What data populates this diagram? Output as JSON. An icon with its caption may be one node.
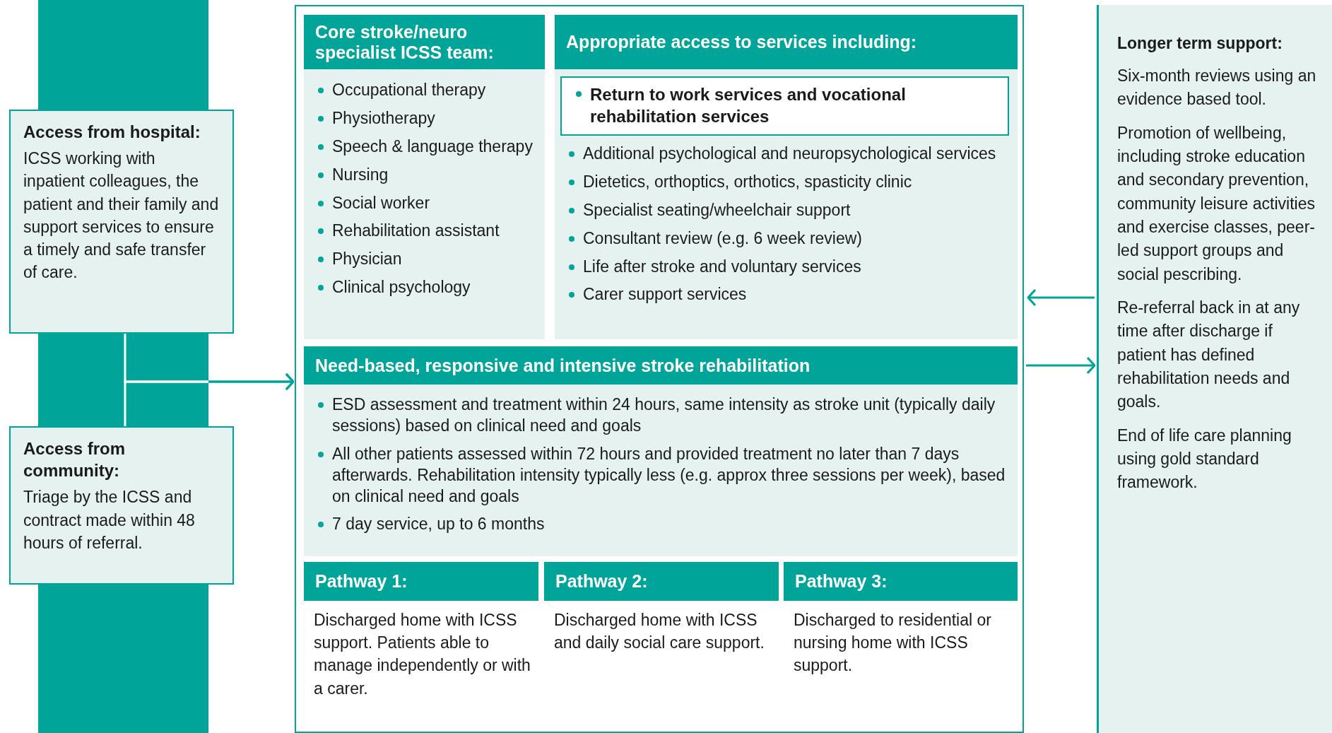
{
  "diagram": {
    "nodes": [
      {
        "text": [
          "Access from hospital:",
          "ICSS working with inpatient colleagues, the patient and their family and support services to ensure a timely and safe transfer of care."
        ]
      },
      {
        "text": [
          "Access from community:",
          "Triage by the ICSS and contract made within 48 hours of referral."
        ]
      },
      {
        "text": [],
        "shape": "box"
      },
      {
        "text": [
          "Core stroke/neuro specialist ICSS team:",
          "Occupational therapy",
          "Physiotherapy",
          "Speech & language therapy",
          "Nursing",
          "Social worker",
          "Rehabilitation assistant",
          "Physician",
          "Clinical psychology"
        ],
        "in": 2
      },
      {
        "text": [
          "Appropriate access to services including:",
          "Additional psychological and neuropsychological services",
          "Dietetics, orthoptics, orthotics, spasticity clinic",
          "Specialist seating/wheelchair support",
          "Consultant review (e.g. 6 week review)",
          "Life after stroke and voluntary services",
          "Carer support services"
        ],
        "in": 2
      },
      {
        "text": [
          "Return to work services and vocational rehabilitation services"
        ],
        "in": 4
      },
      {
        "text": [
          "Need-based, responsive and intensive stroke rehabilitation",
          "ESD assessment and treatment within 24 hours, same intensity as stroke unit (typically daily sessions) based on clinical need and goals",
          "All other patients assessed within 72 hours and provided treatment no later than 7 days afterwards. Rehabilitation intensity typically less (e.g. approx three sessions per week), based on clinical need and goals",
          "7 day service, up to 6 months"
        ],
        "in": 2
      },
      {
        "text": [
          "Pathway 1:",
          "Discharged home with ICSS support. Patients able to manage independently or with a carer."
        ],
        "in": 2
      },
      {
        "text": [
          "Pathway 2:",
          "Discharged home with ICSS and daily social care support."
        ],
        "in": 2
      },
      {
        "text": [
          "Pathway 3:",
          "Discharged to residential or nursing home with ICSS support."
        ],
        "in": 2
      },
      {
        "text": [
          "Longer term support:",
          "Six-month reviews using an evidence based tool.",
          "Promotion of wellbeing, including stroke education and secondary prevention, community leisure activities and exercise classes, peer-led support groups and social pescribing.",
          "Re-referral back in at any time after discharge if patient has defined rehabilitation needs and goals.",
          "End of life care planning using gold standard framework."
        ]
      }
    ],
    "edges": [
      {
        "from": 0,
        "to": 2,
        "arrow": "to"
      },
      {
        "from": 1,
        "to": 2,
        "arrow": "to"
      },
      {
        "from": 10,
        "to": 2,
        "arrow": "to"
      },
      {
        "from": 2,
        "to": 10,
        "arrow": "to"
      }
    ]
  }
}
